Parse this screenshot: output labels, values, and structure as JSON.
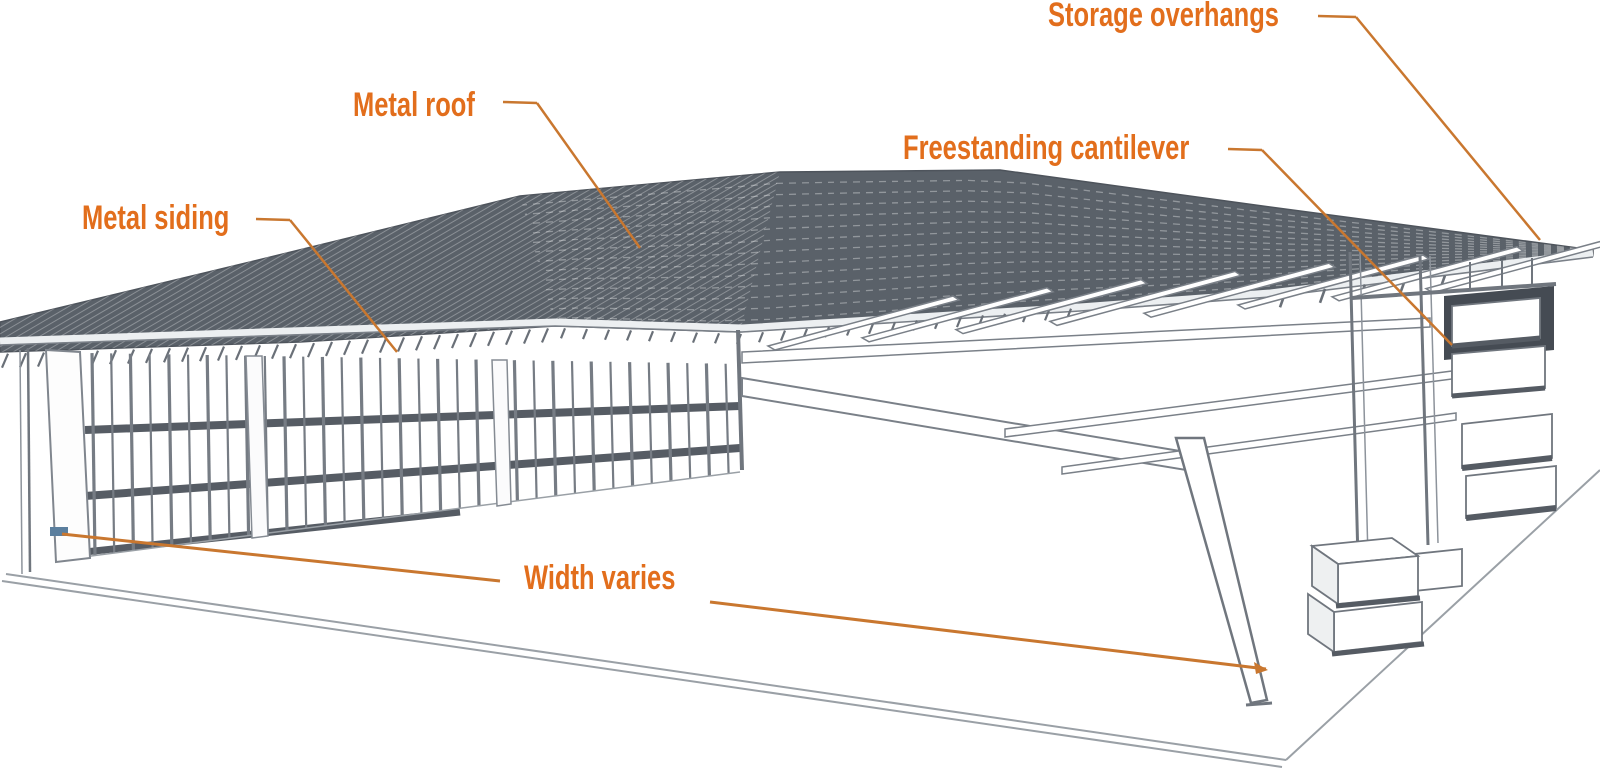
{
  "figure": {
    "kind": "isometric-line-diagram",
    "subject": "Open-front metal storage building with freestanding cantilever rack and lumber stacks on a ground slab",
    "background_color": "#ffffff"
  },
  "colors": {
    "label_text": "#e26e1c",
    "leader_line": "#c9772f",
    "roof_fill": "#5a6169",
    "line_work": "#7a8088",
    "soffit_shadow": "#454b53",
    "ground_line": "#9aa0a6",
    "base_tick": "#5b7f9e"
  },
  "annotations": [
    {
      "id": "storage-overhangs",
      "label": "Storage overhangs",
      "target": "right roof edge overhang"
    },
    {
      "id": "metal-roof",
      "label": "Metal roof",
      "target": "main roof surface"
    },
    {
      "id": "freestanding-cantilever",
      "label": "Freestanding cantilever",
      "target": "cantilever rack under right roof"
    },
    {
      "id": "metal-siding",
      "label": "Metal siding",
      "target": "left wall framing"
    },
    {
      "id": "width-varies",
      "label": "Width varies",
      "target": "clear span between left wall base and cantilever column"
    }
  ]
}
